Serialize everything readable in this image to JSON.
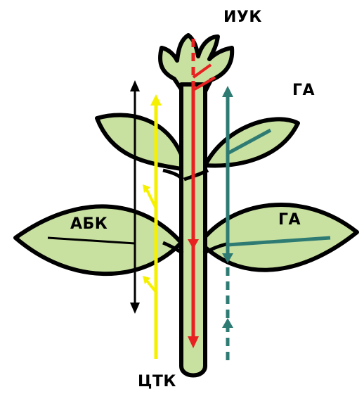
{
  "labels": {
    "iuk": "ИУК",
    "ga_top": "ГА",
    "abk": "АБК",
    "ga_leaf": "ГА",
    "ctk": "ЦТК"
  },
  "colors": {
    "leaf_fill": "#c8e0a0",
    "outline": "#000000",
    "auxin_arrow": "#e82020",
    "ga_arrow": "#2e7b74",
    "cytokinin_arrow": "#f5f000",
    "aba_arrow": "#000000"
  }
}
